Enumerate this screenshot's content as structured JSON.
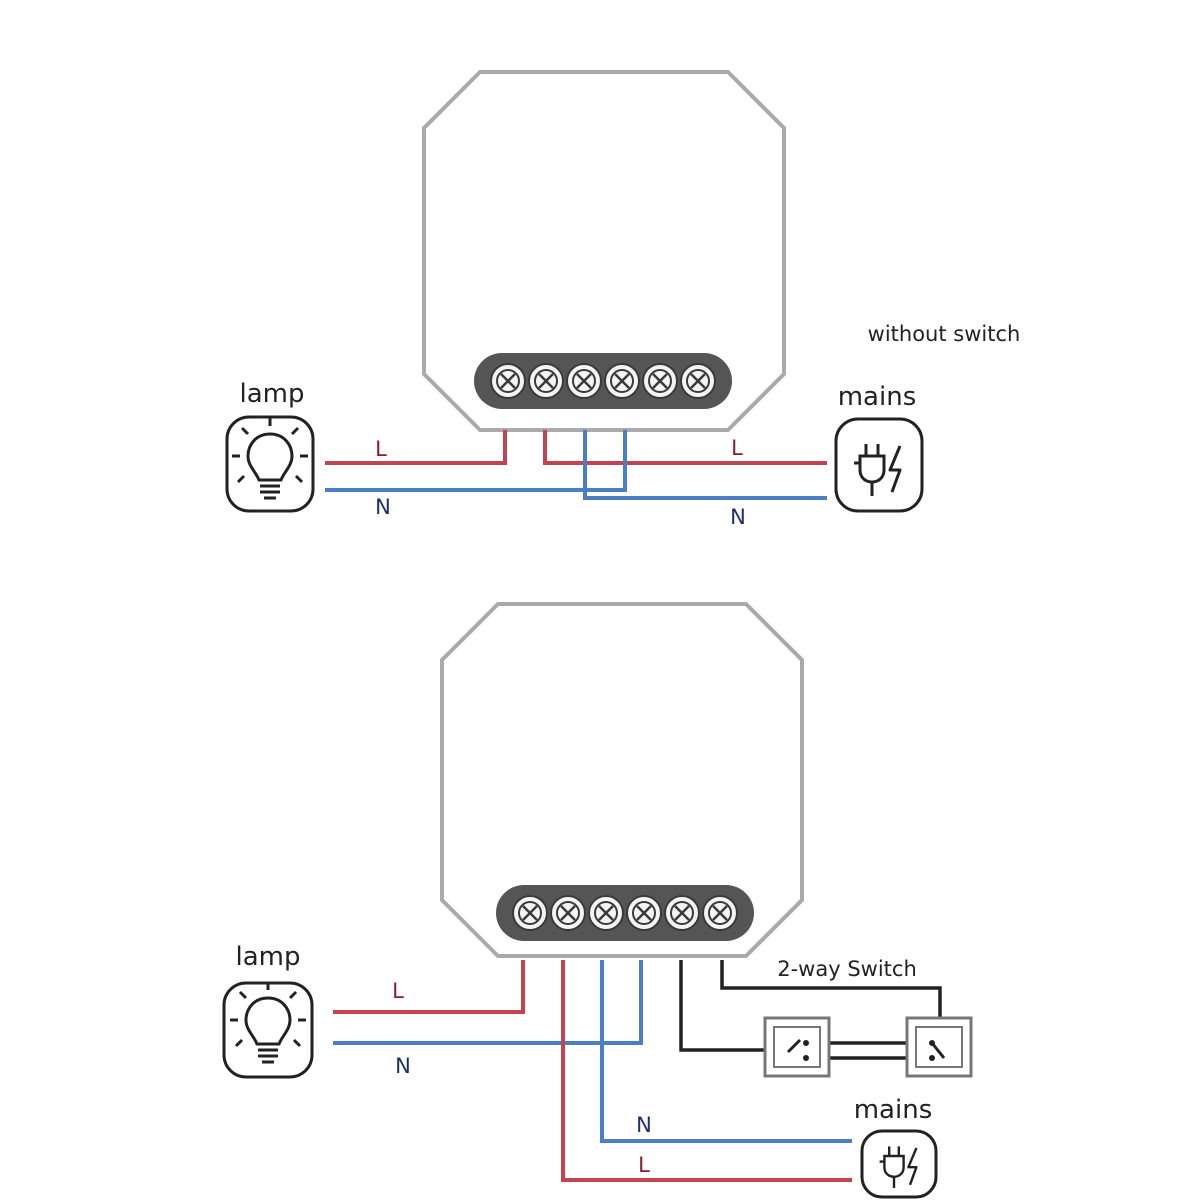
{
  "top": {
    "note": "without switch",
    "lamp_label": "lamp",
    "mains_label": "mains",
    "wire_lamp_live": "L",
    "wire_lamp_neutral": "N",
    "wire_mains_live": "L",
    "wire_mains_neutral": "N"
  },
  "bottom": {
    "lamp_label": "lamp",
    "mains_label": "mains",
    "switch_label": "2-way Switch",
    "wire_lamp_live": "L",
    "wire_lamp_neutral": "N",
    "wire_mains_neutral": "N",
    "wire_mains_live": "L"
  },
  "icons": [
    "module-icon",
    "terminal-screw-icon",
    "lamp-bulb-icon",
    "mains-plug-icon",
    "switch-icon"
  ],
  "colors": {
    "live_wire": "#c2444e",
    "neutral_wire": "#4a7fc4",
    "switch_wire": "#222222",
    "live_label": "#8b1e2a",
    "neutral_label": "#1d2f6b"
  }
}
